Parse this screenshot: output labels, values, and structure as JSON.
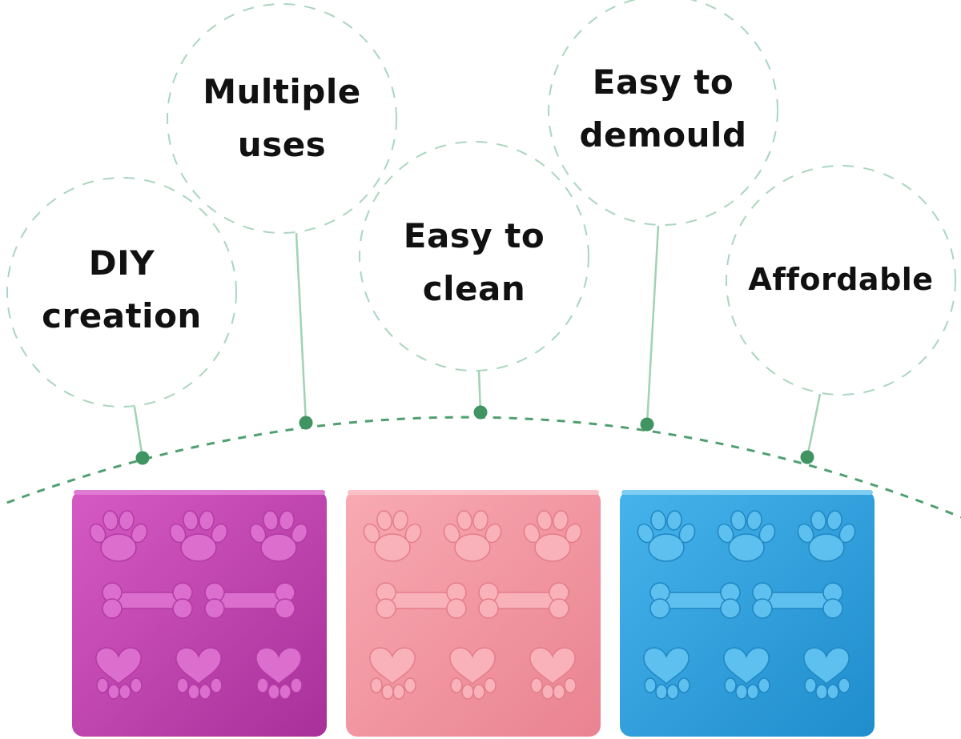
{
  "features": [
    {
      "id": "diy",
      "lines": [
        "DIY",
        "creation"
      ]
    },
    {
      "id": "multiple",
      "lines": [
        "Multiple",
        "uses"
      ]
    },
    {
      "id": "clean",
      "lines": [
        "Easy to",
        "clean"
      ]
    },
    {
      "id": "demould",
      "lines": [
        "Easy to",
        "demould"
      ]
    },
    {
      "id": "affordable",
      "lines": [
        "Affordable"
      ]
    }
  ],
  "colors": {
    "dash_circle": "#a9d6bf",
    "connector": "#9fd3b4",
    "dot": "#3f9462",
    "arc": "#4f9f70",
    "tray_purple": "#c443b0",
    "tray_pink": "#f39aa5",
    "tray_blue": "#2ea0df"
  },
  "products": [
    {
      "name": "purple-tray",
      "color_key": "tray_purple"
    },
    {
      "name": "pink-tray",
      "color_key": "tray_pink"
    },
    {
      "name": "blue-tray",
      "color_key": "tray_blue"
    }
  ]
}
